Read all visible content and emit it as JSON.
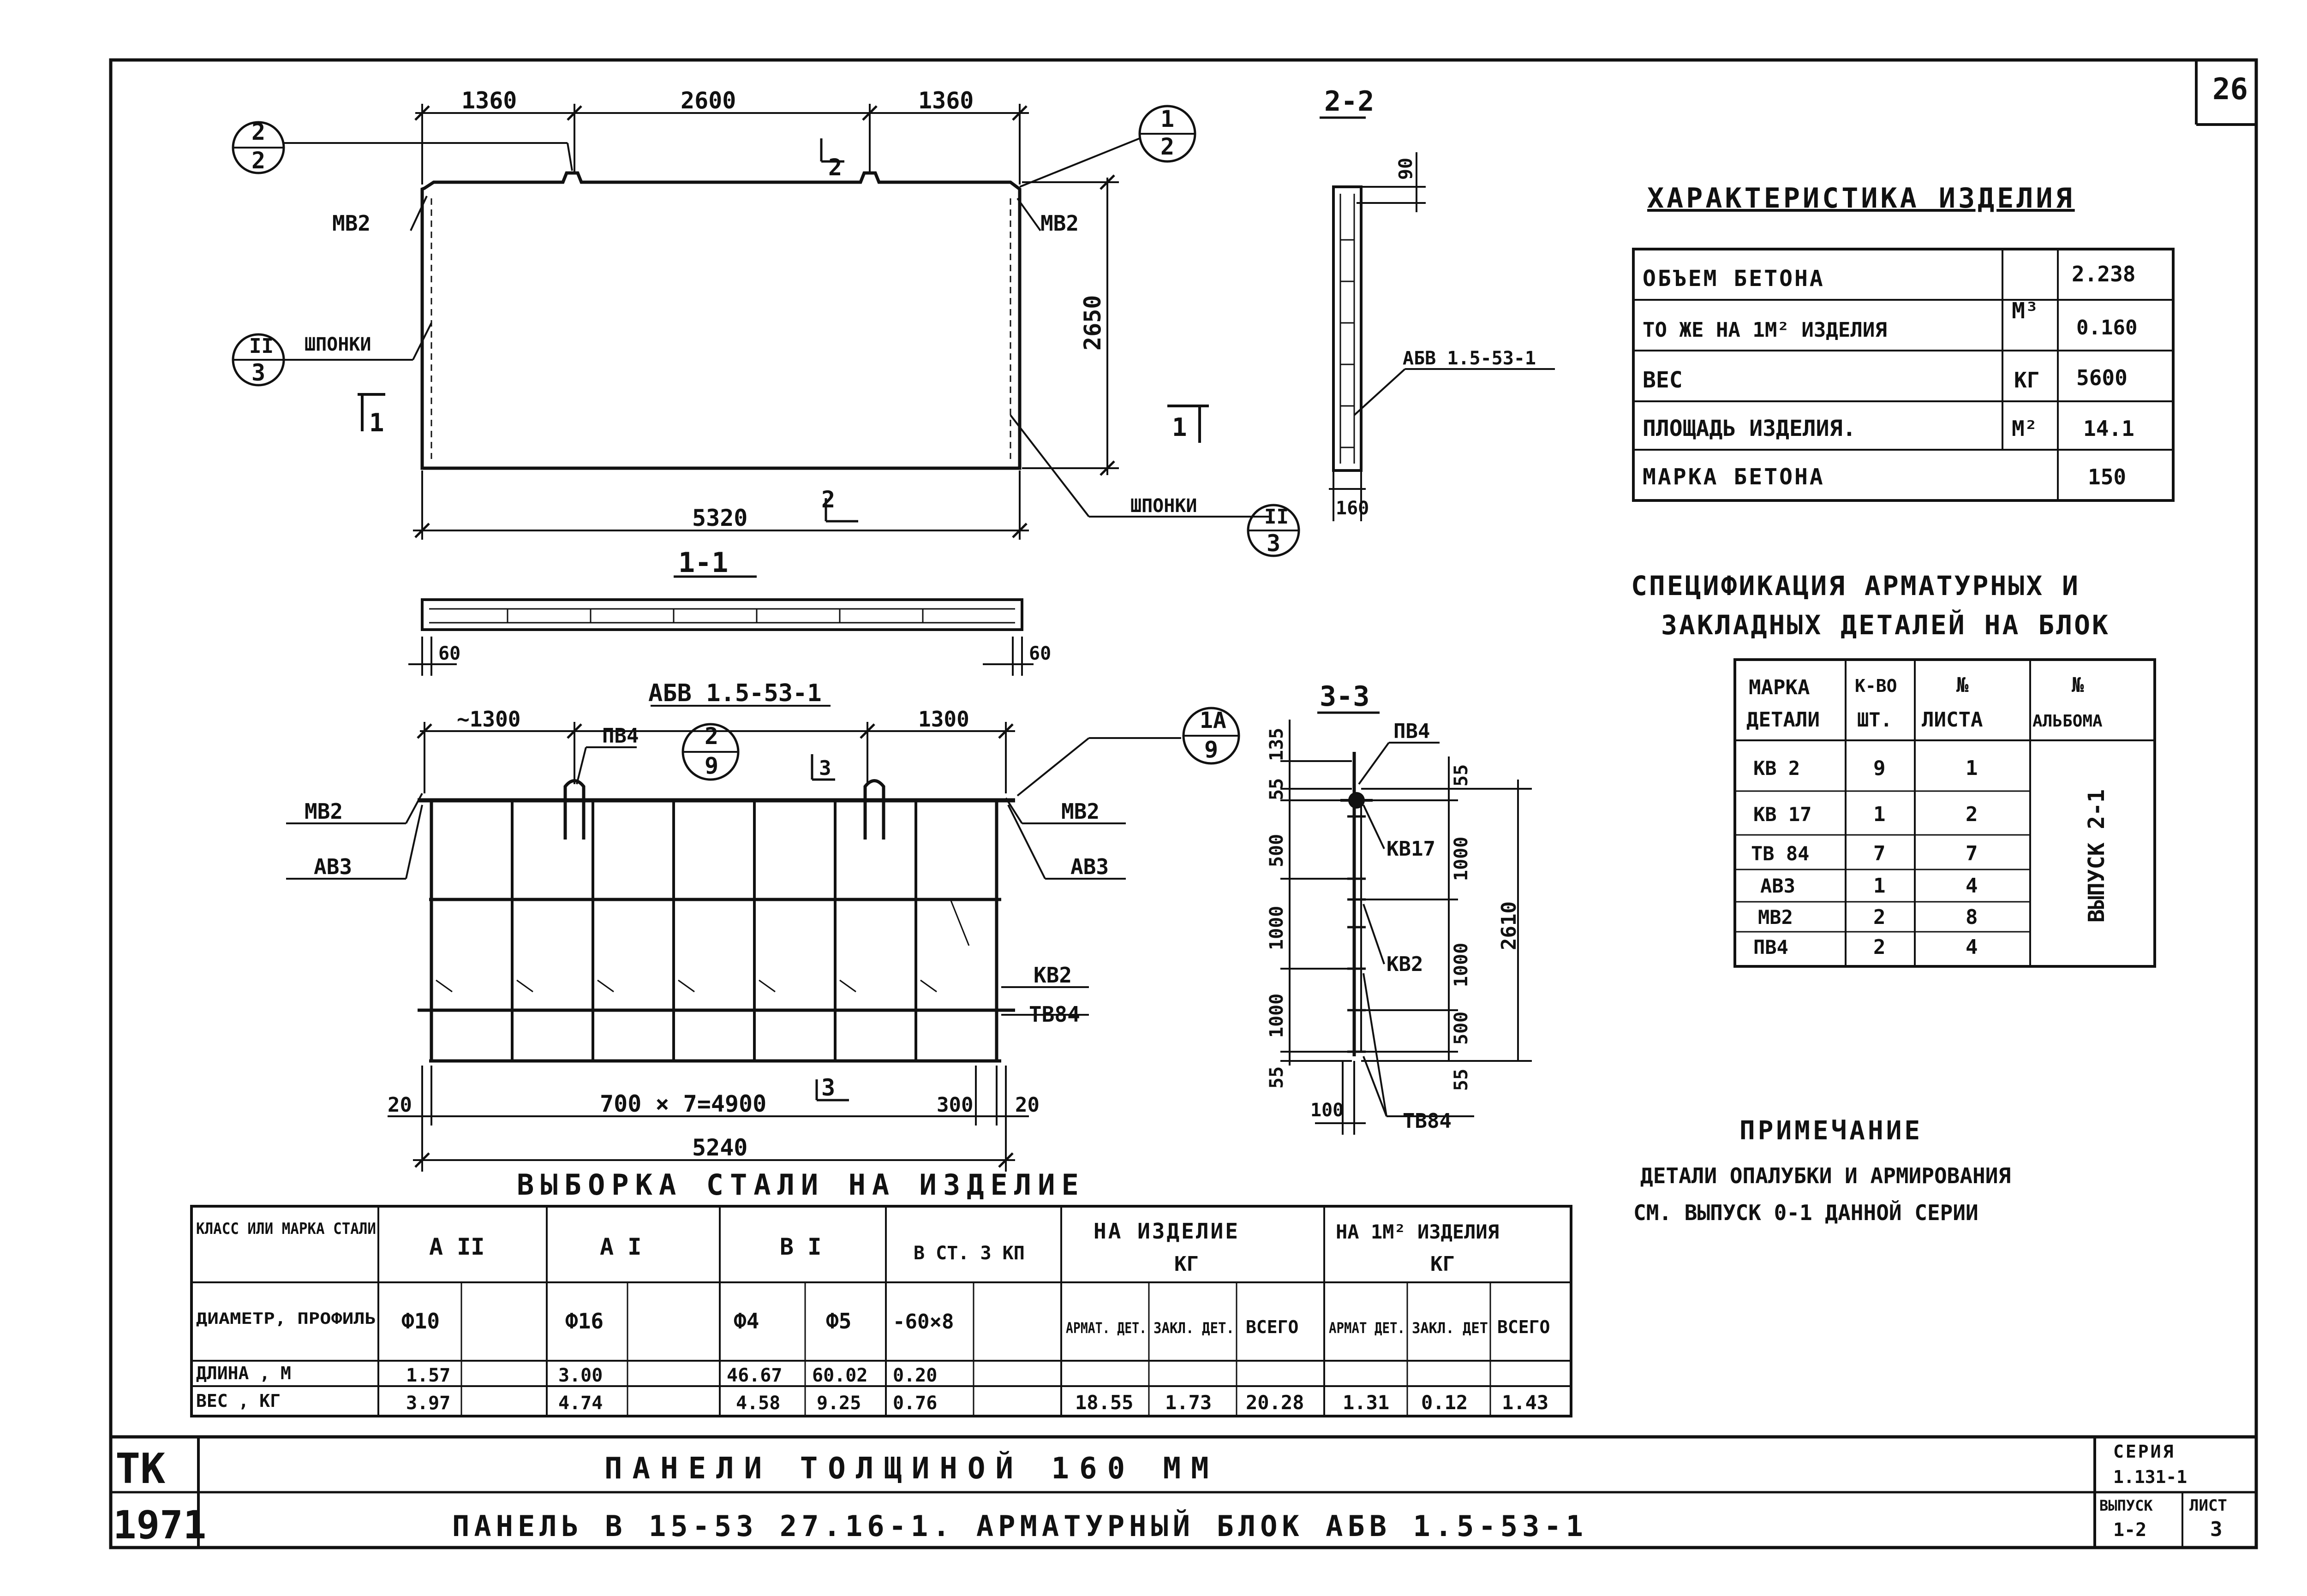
{
  "sheet_number": "26",
  "views": {
    "plan": {
      "top_dims": [
        "1360",
        "2600",
        "1360"
      ],
      "height_dim": "2650",
      "length_dim": "5320",
      "callout_tl": {
        "top": "2",
        "bottom": "2"
      },
      "callout_tr": {
        "top": "1",
        "bottom": "2"
      },
      "callout_left": {
        "top": "II",
        "bottom": "3"
      },
      "callout_right": {
        "top": "II",
        "bottom": "3"
      },
      "label_mb2_left": "МВ2",
      "label_mb2_right": "МВ2",
      "label_shponki_left": "ШПОНКИ",
      "label_shponki_right": "ШПОНКИ",
      "cut_1_left": "1",
      "cut_1_right": "1",
      "cut_2_top": "2",
      "cut_2_bottom": "2"
    },
    "section_2_2": {
      "title": "2-2",
      "dim_top": "90",
      "dim_bottom": "160",
      "label": "АБВ 1.5-53-1"
    },
    "section_1_1": {
      "title": "1-1",
      "dim_left": "60",
      "dim_right": "60"
    },
    "block": {
      "title": "АБВ 1.5-53-1",
      "dim_left": "~1300",
      "dim_right": "1300",
      "label_pb4": "ПВ4",
      "callout_mid": {
        "top": "2",
        "bottom": "9"
      },
      "callout_right": {
        "top": "1А",
        "bottom": "9"
      },
      "label_mb2_left": "МВ2",
      "label_ab3_left": "АВ3",
      "label_mb2_right": "МВ2",
      "label_ab3_right": "АВ3",
      "label_kb2": "КВ2",
      "label_tb84": "ТВ84",
      "cut_3_top": "3",
      "cut_3_bottom": "3",
      "dim_20_left": "20",
      "dim_spacing": "700 × 7=4900",
      "dim_300": "300",
      "dim_20_right": "20",
      "dim_total": "5240"
    },
    "section_3_3": {
      "title": "3-3",
      "label_pb4": "ПВ4",
      "label_kb17": "КВ17",
      "label_kb2": "КВ2",
      "label_tb84": "ТВ84",
      "left_dims": [
        "135",
        "55",
        "500",
        "1000",
        "1000",
        "55"
      ],
      "right_dims": [
        "55",
        "1000",
        "1000",
        "500",
        "55"
      ],
      "height_dim": "2610",
      "bottom_dim": "100"
    }
  },
  "characteristics": {
    "title": "ХАРАКТЕРИСТИКА ИЗДЕЛИЯ",
    "rows": [
      {
        "label": "ОБЪЕМ БЕТОНА",
        "unit": "",
        "value": "2.238"
      },
      {
        "label": "ТО ЖЕ НА 1М² ИЗДЕЛИЯ",
        "unit": "",
        "value": "0.160"
      },
      {
        "label": "ВЕС",
        "unit": "КГ",
        "value": "5600"
      },
      {
        "label": "ПЛОЩАДЬ ИЗДЕЛИЯ.",
        "unit": "М²",
        "value": "14.1"
      },
      {
        "label": "МАРКА БЕТОНА",
        "unit": "",
        "value": "150"
      }
    ],
    "shared_unit": "М³"
  },
  "specification": {
    "title_line1": "СПЕЦИФИКАЦИЯ АРМАТУРНЫХ И",
    "title_line2": "ЗАКЛАДНЫХ ДЕТАЛЕЙ НА БЛОК",
    "headers": [
      [
        "МАРКА",
        "ДЕТАЛИ"
      ],
      [
        "К-ВО",
        "ШТ."
      ],
      [
        "№",
        "ЛИСТА"
      ],
      [
        "№",
        "АЛЬБОМА"
      ]
    ],
    "rows": [
      [
        "КВ 2",
        "9",
        "1"
      ],
      [
        "КВ 17",
        "1",
        "2"
      ],
      [
        "ТВ 84",
        "7",
        "7"
      ],
      [
        "АВ3",
        "1",
        "4"
      ],
      [
        "МВ2",
        "2",
        "8"
      ],
      [
        "ПВ4",
        "2",
        "4"
      ]
    ],
    "album": "ВЫПУСК 2-1"
  },
  "note": {
    "title": "ПРИМЕЧАНИЕ",
    "line1": "ДЕТАЛИ ОПАЛУБКИ И АРМИРОВАНИЯ",
    "line2": "СМ. ВЫПУСК 0-1 ДАННОЙ СЕРИИ"
  },
  "steel_table": {
    "title": "ВЫБОРКА СТАЛИ НА ИЗДЕЛИЕ",
    "row_label_class": "КЛАСС ИЛИ МАРКА СТАЛИ",
    "row_label_diam": "ДИАМЕТР, ПРОФИЛЬ",
    "row_label_len": "ДЛИНА , М",
    "row_label_wt": "ВЕС , КГ",
    "classes": [
      "А II",
      "А I",
      "В I",
      "В СТ. 3 КП"
    ],
    "diameters": [
      "Ф10",
      "Ф16",
      "Ф4",
      "Ф5",
      "-60×8"
    ],
    "lengths": [
      "1.57",
      "3.00",
      "46.67",
      "60.02",
      "0.20"
    ],
    "weights": [
      "3.97",
      "4.74",
      "4.58",
      "9.25",
      "0.76"
    ],
    "per_item_title": "НА ИЗДЕЛИЕ",
    "per_item_unit": "КГ",
    "per_m2_title": "НА 1М² ИЗДЕЛИЯ",
    "per_m2_unit": "КГ",
    "sub_headers": [
      "АРМАТ. ДЕТ.",
      "ЗАКЛ. ДЕТ.",
      "ВСЕГО",
      "АРМАТ ДЕТ.",
      "ЗАКЛ. ДЕТ",
      "ВСЕГО"
    ],
    "totals": [
      "18.55",
      "1.73",
      "20.28",
      "1.31",
      "0.12",
      "1.43"
    ]
  },
  "title_block": {
    "org": "ТК",
    "year": "1971",
    "title_line1": "ПАНЕЛИ ТОЛЩИНОЙ 160 ММ",
    "title_line2": "ПАНЕЛЬ В 15-53 27.16-1.   АРМАТУРНЫЙ БЛОК АБВ 1.5-53-1",
    "series_label": "СЕРИЯ",
    "series_value": "1.131-1",
    "issue_label": "ВЫПУСК",
    "issue_value": "1-2",
    "sheet_label": "ЛИСТ",
    "sheet_value": "3"
  }
}
